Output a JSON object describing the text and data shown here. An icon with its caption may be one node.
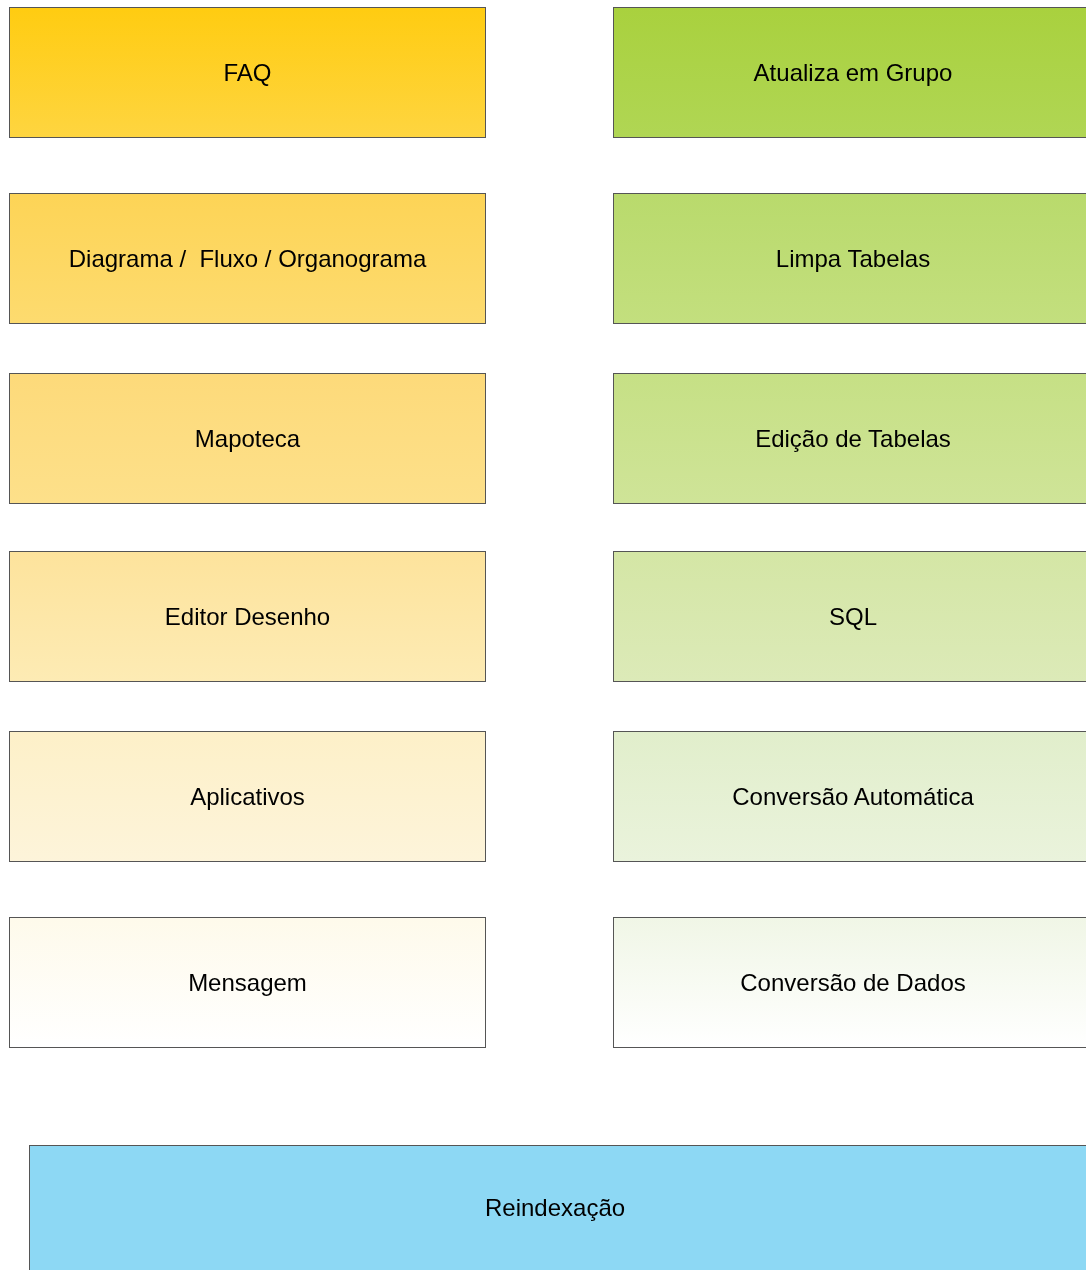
{
  "diagram": {
    "nodes": [
      {
        "text": [
          "FAQ"
        ]
      },
      {
        "text": [
          "Atualiza em Grupo"
        ]
      },
      {
        "text": [
          "Diagrama /  Fluxo / Organograma"
        ]
      },
      {
        "text": [
          "Limpa Tabelas"
        ]
      },
      {
        "text": [
          "Mapoteca"
        ]
      },
      {
        "text": [
          "Edição de Tabelas"
        ]
      },
      {
        "text": [
          "Editor Desenho"
        ]
      },
      {
        "text": [
          "SQL"
        ]
      },
      {
        "text": [
          "Aplicativos"
        ]
      },
      {
        "text": [
          "Conversão Automática"
        ]
      },
      {
        "text": [
          "Mensagem"
        ]
      },
      {
        "text": [
          "Conversão de Dados"
        ]
      },
      {
        "text": [
          "Reindexação"
        ]
      }
    ]
  }
}
